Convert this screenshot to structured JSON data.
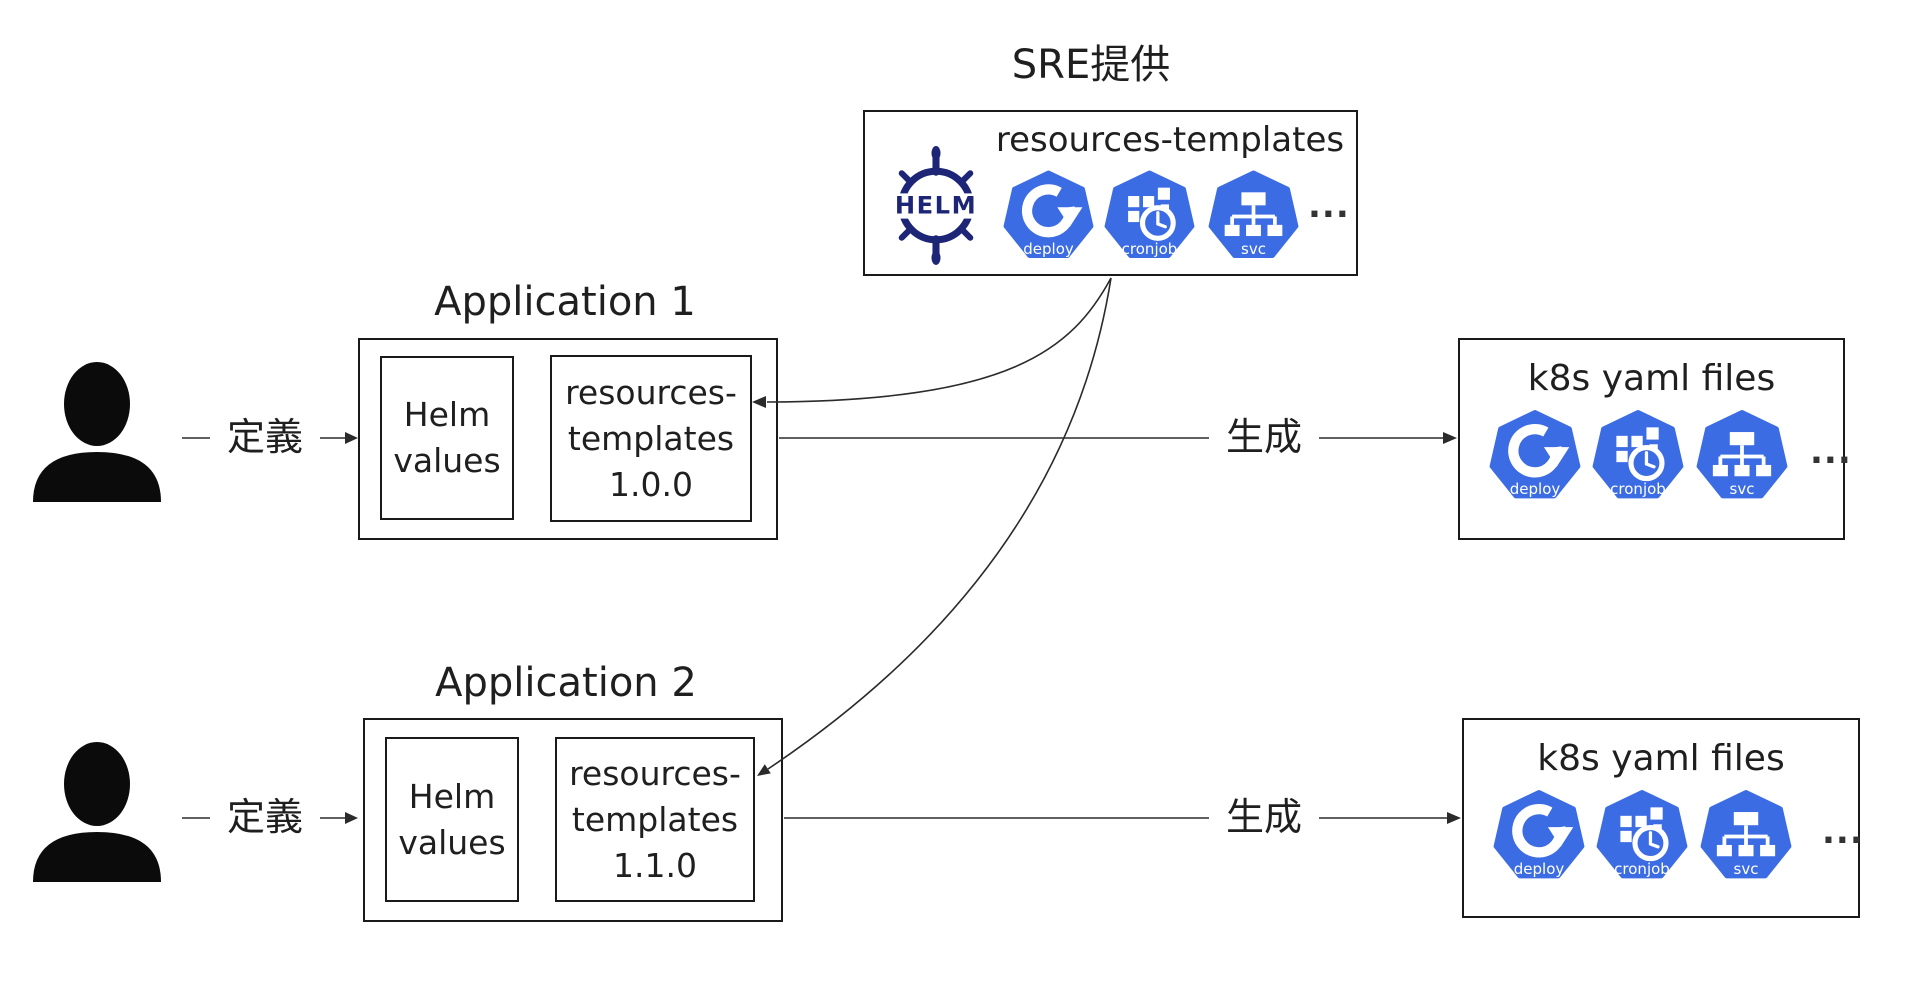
{
  "colors": {
    "k8s_blue": "#3B6CE3",
    "helm_navy": "#1D2577"
  },
  "sre": {
    "title": "SRE提供",
    "repo_label": "resources-templates",
    "helm_text": "HELM",
    "icons": [
      {
        "label": "deploy"
      },
      {
        "label": "cronjob"
      },
      {
        "label": "svc"
      }
    ],
    "ellipsis": "..."
  },
  "rows": [
    {
      "app_title": "Application 1",
      "define_label": "定義",
      "helm_values_label": "Helm values",
      "template_lines": [
        "resources-",
        "templates",
        "1.0.0"
      ],
      "generate_label": "生成",
      "output_title": "k8s yaml files",
      "output_icons": [
        {
          "label": "deploy"
        },
        {
          "label": "cronjob"
        },
        {
          "label": "svc"
        }
      ],
      "ellipsis": "..."
    },
    {
      "app_title": "Application 2",
      "define_label": "定義",
      "helm_values_label": "Helm values",
      "template_lines": [
        "resources-",
        "templates",
        "1.1.0"
      ],
      "generate_label": "生成",
      "output_title": "k8s yaml files",
      "output_icons": [
        {
          "label": "deploy"
        },
        {
          "label": "cronjob"
        },
        {
          "label": "svc"
        }
      ],
      "ellipsis": "..."
    }
  ]
}
